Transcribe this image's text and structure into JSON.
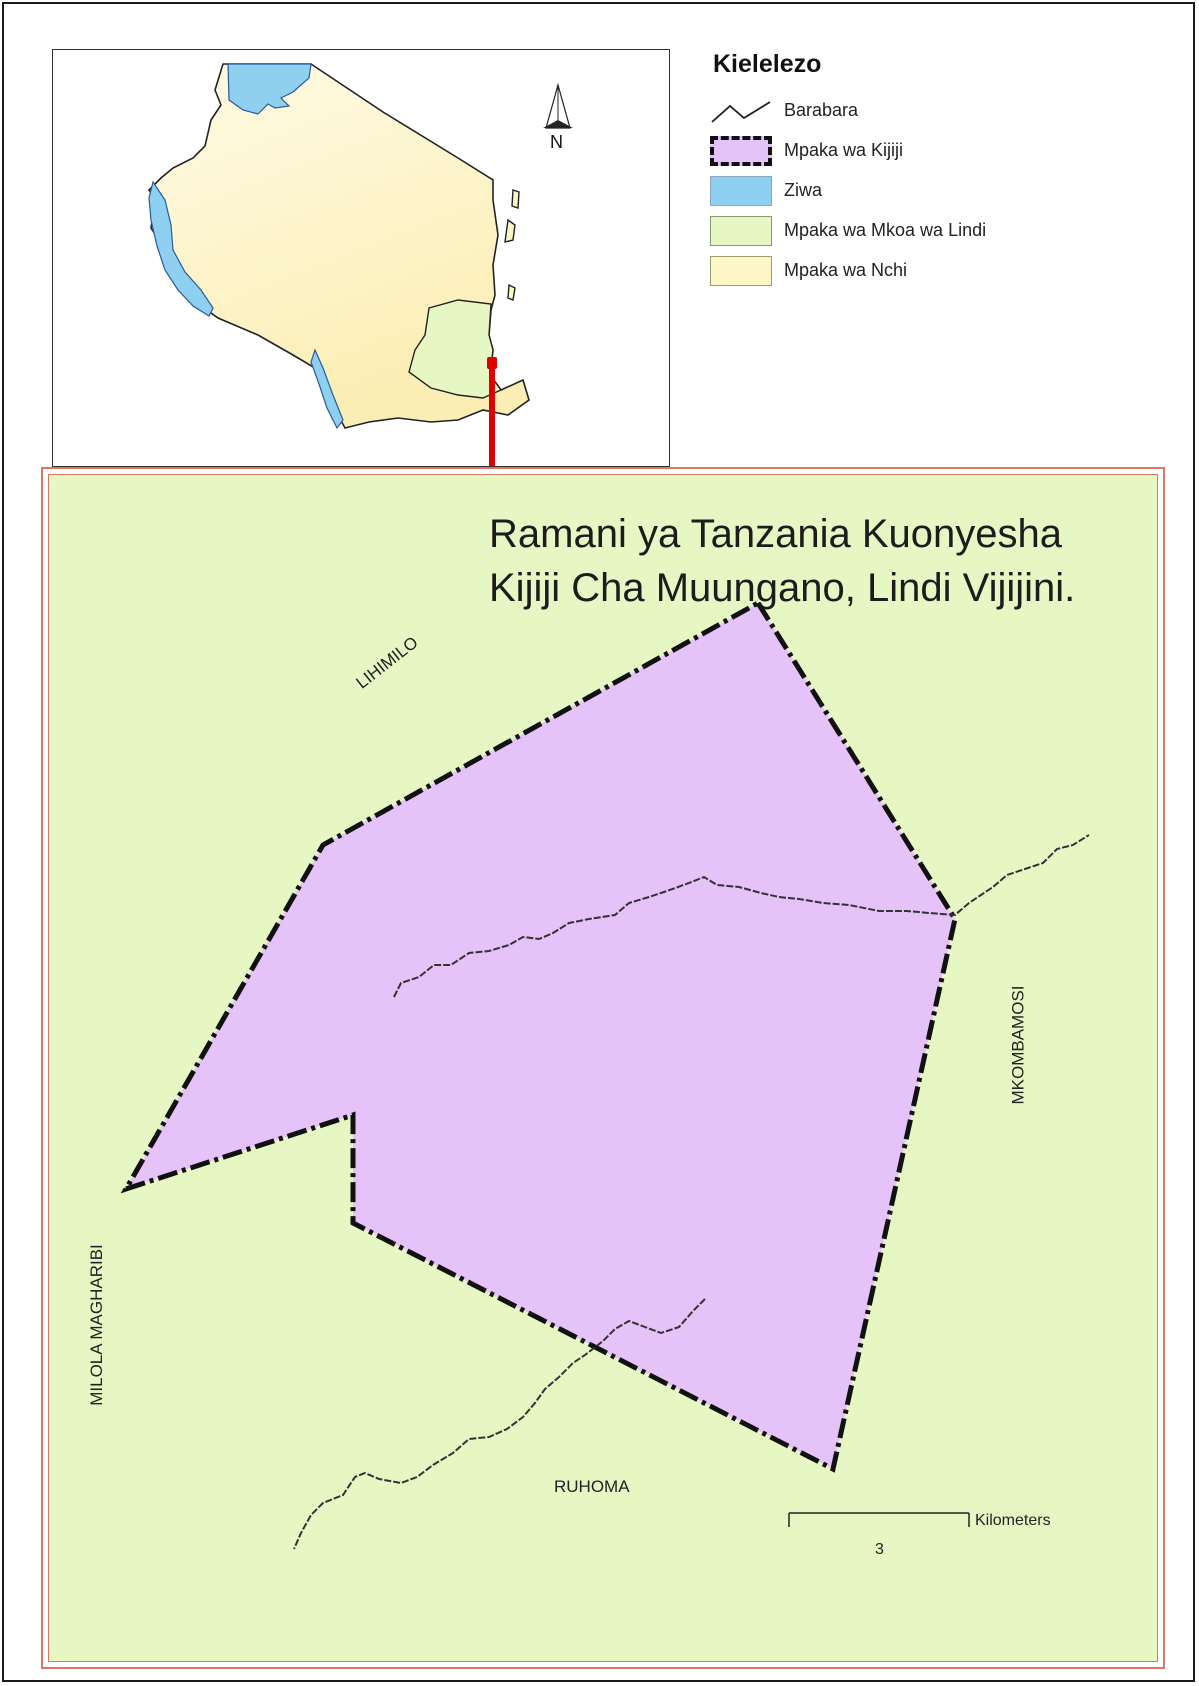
{
  "map_title_line1": "Ramani ya Tanzania Kuonyesha",
  "map_title_line2": "Kijiji Cha Muungano, Lindi Vijijini.",
  "north_arrow_label": "N",
  "legend": {
    "title": "Kielelezo",
    "items": [
      {
        "label": "Barabara",
        "symbol": "line",
        "color": "#222222"
      },
      {
        "label": "Mpaka wa Kijiji",
        "symbol": "dashed-fill",
        "color": "#e5c2f8"
      },
      {
        "label": "Ziwa",
        "symbol": "fill",
        "color": "#8fd0f0"
      },
      {
        "label": "Mpaka wa Mkoa wa Lindi",
        "symbol": "fill",
        "color": "#e6f7c4"
      },
      {
        "label": "Mpaka wa Nchi",
        "symbol": "fill",
        "color": "#fdf6c6"
      }
    ]
  },
  "place_labels": {
    "north": "LIHIMILO",
    "east": "MKOMBAMOSI",
    "west": "MILOLA MAGHARIBI",
    "south": "RUHOMA"
  },
  "scale_bar": {
    "value": "3",
    "unit": "Kilometers"
  },
  "colors": {
    "village_fill": "#e5c2f8",
    "region_fill": "#e6f7c4",
    "country_fill": "#fdf6c6",
    "lake_fill": "#8fd0f0",
    "frame_red": "#e07466",
    "locator_line": "#e00000"
  }
}
